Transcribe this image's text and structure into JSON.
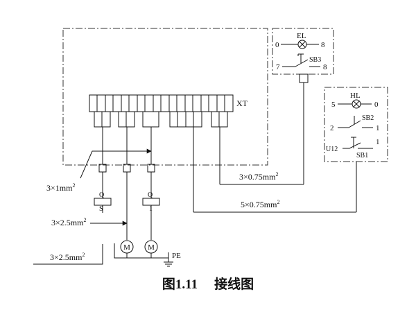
{
  "labels": {
    "xt": "XT",
    "el": "EL",
    "el_left": "0",
    "el_right": "8",
    "sb3": "SB3",
    "sb3_left": "7",
    "sb3_right": "8",
    "hl": "HL",
    "hl_left": "5",
    "hl_right": "0",
    "sb2": "SB2",
    "sb2_left": "2",
    "sb2_right": "1",
    "u12": "U12",
    "sb1": "SB1",
    "sb1_right": "1",
    "q_s_top": "Q",
    "q_s_bottom": "S",
    "q_1_top": "Q",
    "q_1_bottom": "1",
    "motor": "M",
    "pe": "PE"
  },
  "cables": {
    "c1_base": "3×1mm",
    "c1_sup": "2",
    "c2_base": "3×2.5mm",
    "c2_sup": "2",
    "c3_base": "3×2.5mm",
    "c3_sup": "2",
    "c4_base": "3×0.75mm",
    "c4_sup": "2",
    "c5_base": "5×0.75mm",
    "c5_sup": "2"
  },
  "caption": {
    "number": "图1.11",
    "title": "接线图"
  }
}
